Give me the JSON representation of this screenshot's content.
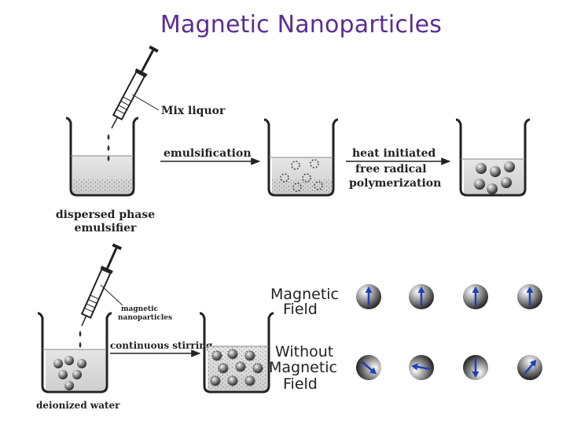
{
  "title": "Magnetic Nanoparticles",
  "top_process": {
    "mix_liquor": "Mix liquor",
    "step1_arrow": "emulsification",
    "step2_arrow_lines": [
      "heat initiated",
      "free radical",
      "polymerization"
    ],
    "beaker1_caption_lines": [
      "dispersed phase",
      "emulsifier"
    ]
  },
  "bottom_process": {
    "syringe_label_lines": [
      "magnetic",
      "nanoparticles"
    ],
    "arrow": "continuous stirring",
    "beaker_caption": "deionized water"
  },
  "magnet_panel": {
    "row1_label_lines": [
      "Magnetic",
      "Field"
    ],
    "row2_label_lines": [
      "Without",
      "Magnetic",
      "Field"
    ]
  },
  "colors": {
    "title": "#5a2d91",
    "liquid": "#d9d9d9",
    "arrow": "#222222"
  }
}
